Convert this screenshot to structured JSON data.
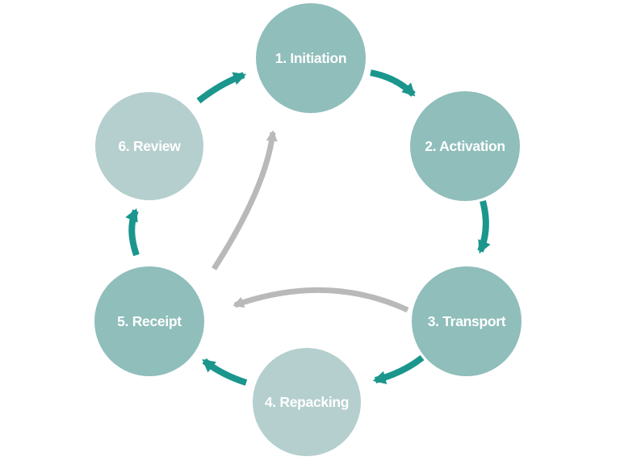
{
  "diagram": {
    "name": "six-stage-process-cycle",
    "stages": [
      {
        "id": 1,
        "label": "1. Initiation",
        "emphasis": "primary"
      },
      {
        "id": 2,
        "label": "2. Activation",
        "emphasis": "primary"
      },
      {
        "id": 3,
        "label": "3. Transport",
        "emphasis": "primary"
      },
      {
        "id": 4,
        "label": "4. Repacking",
        "emphasis": "secondary"
      },
      {
        "id": 5,
        "label": "5. Receipt",
        "emphasis": "primary"
      },
      {
        "id": 6,
        "label": "6. Review",
        "emphasis": "secondary"
      }
    ],
    "flow_arrows": [
      {
        "from": "6. Review",
        "to": "1. Initiation"
      },
      {
        "from": "1. Initiation",
        "to": "2. Activation"
      },
      {
        "from": "2. Activation",
        "to": "3. Transport"
      },
      {
        "from": "3. Transport",
        "to": "4. Repacking"
      },
      {
        "from": "4. Repacking",
        "to": "5. Receipt"
      },
      {
        "from": "5. Receipt",
        "to": "6. Review"
      }
    ],
    "return_arrows": [
      {
        "from": "3. Transport",
        "to": "5. Receipt"
      },
      {
        "from": "center",
        "to": "1. Initiation"
      }
    ]
  },
  "colors": {
    "stage_primary": "#8FBEBB",
    "stage_secondary": "#B4CFCE",
    "flow_arrow": "#1A968D",
    "return_arrow": "#B9B9B9",
    "label_text": "#FFFFFF",
    "background": "#FFFFFF"
  }
}
